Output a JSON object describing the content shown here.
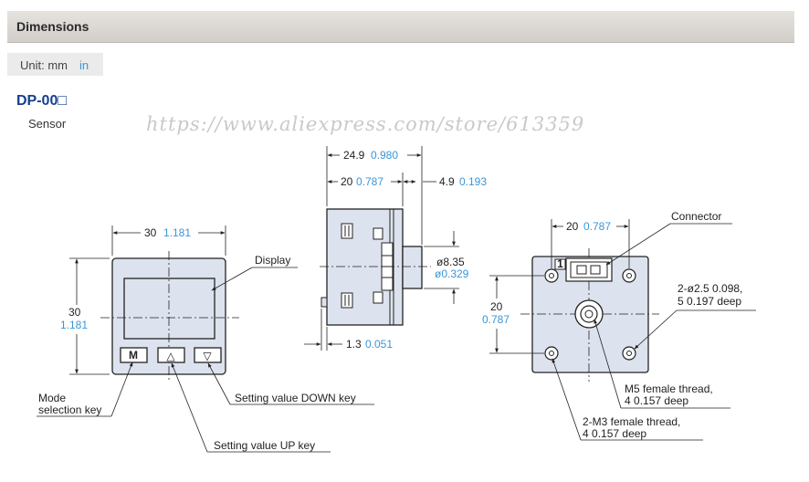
{
  "header": {
    "title": "Dimensions"
  },
  "unit": {
    "mm": "Unit: mm",
    "in": "in"
  },
  "model": {
    "name": "DP-00□",
    "subtitle": "Sensor"
  },
  "watermark": "https://www.aliexpress.com/store/613359",
  "front": {
    "width_mm": "30",
    "width_in": "1.181",
    "height_mm": "30",
    "height_in": "1.181",
    "display_label": "Display",
    "mode_key_label_1": "Mode",
    "mode_key_label_2": "selection key",
    "up_key_label": "Setting value UP key",
    "down_key_label": "Setting value DOWN key",
    "key_mode_glyph": "M",
    "key_up_glyph": "△",
    "key_down_glyph": "▽"
  },
  "side": {
    "total_mm": "24.9",
    "total_in": "0.980",
    "body_mm": "20",
    "body_in": "0.787",
    "tail_mm": "4.9",
    "tail_in": "0.193",
    "dia_mm": "ø8.35",
    "dia_in": "ø0.329",
    "bottom_mm": "1.3",
    "bottom_in": "0.051"
  },
  "rear": {
    "pitch_mm": "20",
    "pitch_in": "0.787",
    "vpitch_mm": "20",
    "vpitch_in": "0.787",
    "connector_label": "Connector",
    "connector_pin": "1",
    "hole_label_1": "2-ø2.5",
    "hole_label_1_in": "0.098,",
    "hole_label_2": "5",
    "hole_label_2_in": "0.197",
    "hole_label_2_b": "deep",
    "m5_label_1": "M5 female thread,",
    "m5_label_2": "4",
    "m5_label_2_in": "0.157",
    "m5_label_2_b": "deep",
    "m3_label_1": "2-M3 female thread,",
    "m3_label_2": "4",
    "m3_label_2_in": "0.157",
    "m3_label_2_b": "deep"
  },
  "colors": {
    "accent_blue": "#3a96d8",
    "title_navy": "#173f8f",
    "body_fill": "#dde3ee"
  }
}
